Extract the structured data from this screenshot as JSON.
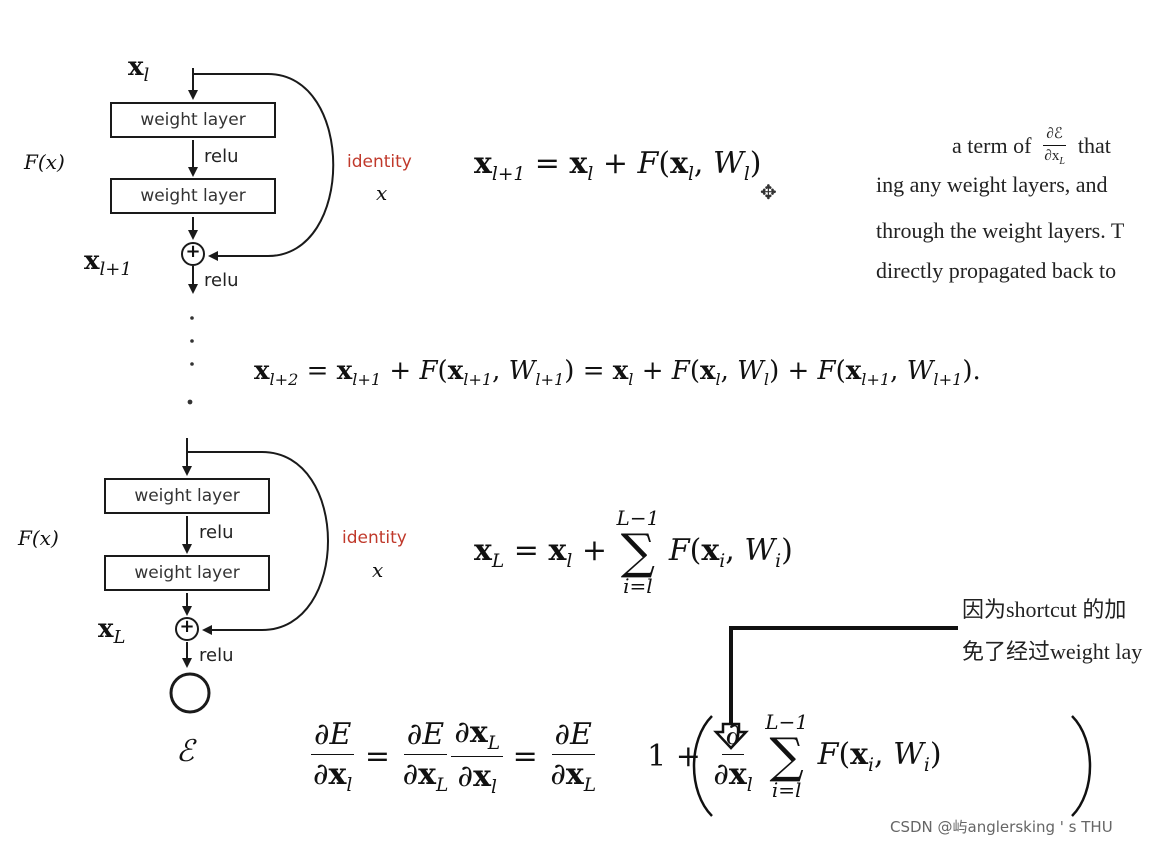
{
  "diagram": {
    "block1": {
      "x_in": "x",
      "x_in_sub": "l",
      "x_out": "x",
      "x_out_sub": "l+1",
      "weight1": "weight layer",
      "weight2": "weight layer",
      "relu_mid": "relu",
      "relu_out": "relu",
      "fx": "F(x)",
      "identity": "identity",
      "identity_x": "x",
      "plus": "+"
    },
    "block2": {
      "x_out": "x",
      "x_out_sub": "L",
      "weight1": "weight layer",
      "weight2": "weight layer",
      "relu_mid": "relu",
      "relu_out": "relu",
      "fx": "F(x)",
      "identity": "identity",
      "identity_x": "x",
      "plus": "+",
      "loss": "ℰ"
    },
    "colors": {
      "identity": "#c0392b",
      "stroke": "#1a1a1a"
    }
  },
  "equations": {
    "eq1": "x_{l+1} = x_l + F(x_l, W_l)",
    "eq2": "x_{l+2} = x_{l+1} + F(x_{l+1}, W_{l+1}) = x_l + F(x_l, W_l) + F(x_{l+1}, W_{l+1})",
    "eq3": "x_L = x_l + Σ_{i=l}^{L-1} F(x_i, W_i)",
    "eq4": "∂ℰ/∂x_l = ∂ℰ/∂x_L · ∂x_L/∂x_l = ∂ℰ/∂x_L (1 + ∂/∂x_l Σ_{i=l}^{L-1} F(x_i, W_i))",
    "sum_upper": "L−1",
    "sum_lower": "i=l"
  },
  "paper_text": {
    "line1_pre": "a term of",
    "line1_frac_num": "∂ℰ",
    "line1_frac_den": "∂x",
    "line1_frac_den_sub": "L",
    "line1_post": "that",
    "line2": "ing any weight layers, and",
    "line3": "through the weight layers. T",
    "line4": "directly propagated back to"
  },
  "chinese_note": {
    "line1": "因为shortcut 的加",
    "line2": "免了经过weight lay"
  },
  "watermark": "CSDN @屿anglersking ' s THU"
}
